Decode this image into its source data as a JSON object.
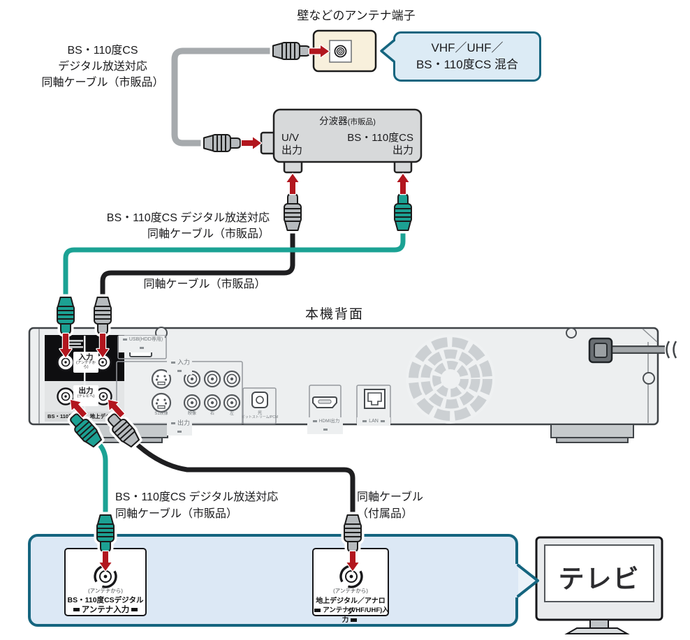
{
  "colors": {
    "arrow_red": "#b2161e",
    "cable_teal": "#1ba294",
    "cable_gray": "#a6aaad",
    "cable_black": "#1e1e20",
    "callout_border": "#15657f",
    "callout_fill": "#dcebf5",
    "tv_panel_fill": "#dce8f5",
    "wall_plate_fill": "#f8f0dc",
    "splitter_fill": "#d7d9da",
    "recorder_fill": "#edeff0"
  },
  "icons": {
    "coax_wall_socket": "concentric-circles",
    "f_connector_plug": "ribbed-barrel",
    "direction_arrow": "red-block-arrow",
    "cooling_fan": "segmented-rings",
    "tv": "flat-screen-with-stand"
  },
  "top": {
    "wall_title": "壁などのアンテナ端子",
    "cable_label_lines": [
      "BS・110度CS",
      "デジタル放送対応",
      "同軸ケーブル（市販品）"
    ],
    "callout_line1": "VHF／UHF／",
    "callout_line2": "BS・110度CS 混合"
  },
  "splitter": {
    "name": "分波器",
    "name_sub": "(市販品)",
    "uv_line1": "U/V",
    "uv_line2": "出力",
    "bs_line1": "BS・110度CS",
    "bs_line2": "出力"
  },
  "mid": {
    "bs_cable_line1": "BS・110度CS デジタル放送対応",
    "bs_cable_line2": "同軸ケーブル（市販品）",
    "uv_cable": "同軸ケーブル（市販品）",
    "rear_caption": "本機背面"
  },
  "recorder": {
    "usb_label": "USB(HDD専用)",
    "ant_in": "入力",
    "ant_in_sub": "(アンテナから)",
    "ant_out": "出力",
    "ant_out_sub": "(テレビへ)",
    "col_bs": "BS・110度CS",
    "col_td": "地上デジタル",
    "av_in": "入力",
    "av_out": "出力",
    "jack_s1": "S1映像",
    "jack_video": "映像",
    "jack_right": "右",
    "jack_left": "左",
    "optical": "光",
    "optical_sub": "ビットストリーム/PCM",
    "hdmi": "HDMI出力",
    "lan": "LAN"
  },
  "bottom": {
    "bs_cable_line1": "BS・110度CS デジタル放送対応",
    "bs_cable_line2": "同軸ケーブル（市販品）",
    "td_cable_line1": "同軸ケーブル",
    "td_cable_line2": "（付属品）"
  },
  "tv_inputs": {
    "left_sub": "(アンテナから)",
    "left_line1": "BS・110度CSデジタル",
    "left_line2": "アンテナ入力",
    "right_sub": "(アンテナから)",
    "right_line1": "地上デジタル／アナログ",
    "right_line2": "アンテナ(VHF/UHF)入力"
  },
  "tv": {
    "label": "テレビ"
  }
}
